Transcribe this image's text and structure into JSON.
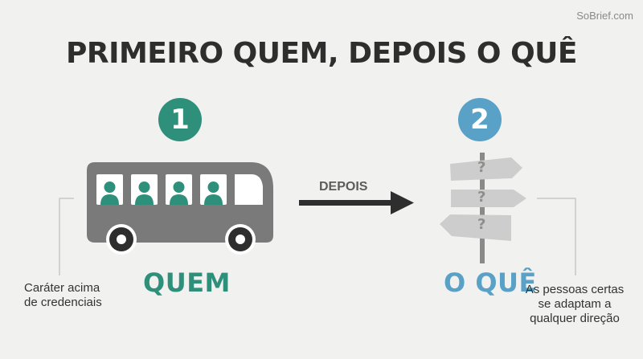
{
  "brand": "SoBrief.com",
  "title": "PRIMEIRO QUEM, DEPOIS O QUÊ",
  "step1": {
    "number": "1",
    "label": "QUEM",
    "note_line1": "Caráter acima",
    "note_line2": "de credenciais"
  },
  "step2": {
    "number": "2",
    "label": "O QUÊ",
    "note_line1": "As pessoas certas",
    "note_line2": "se adaptam a",
    "note_line3": "qualquer direção"
  },
  "connector": "DEPOIS",
  "signs": [
    "?",
    "?",
    "?"
  ],
  "colors": {
    "teal": "#2e8f7a",
    "blue": "#5aa1c7",
    "bus": "#7a7a7a",
    "text": "#2e2e2e"
  },
  "icons": [
    "bus-icon",
    "person-icon",
    "signpost-icon",
    "arrow-right-icon"
  ]
}
